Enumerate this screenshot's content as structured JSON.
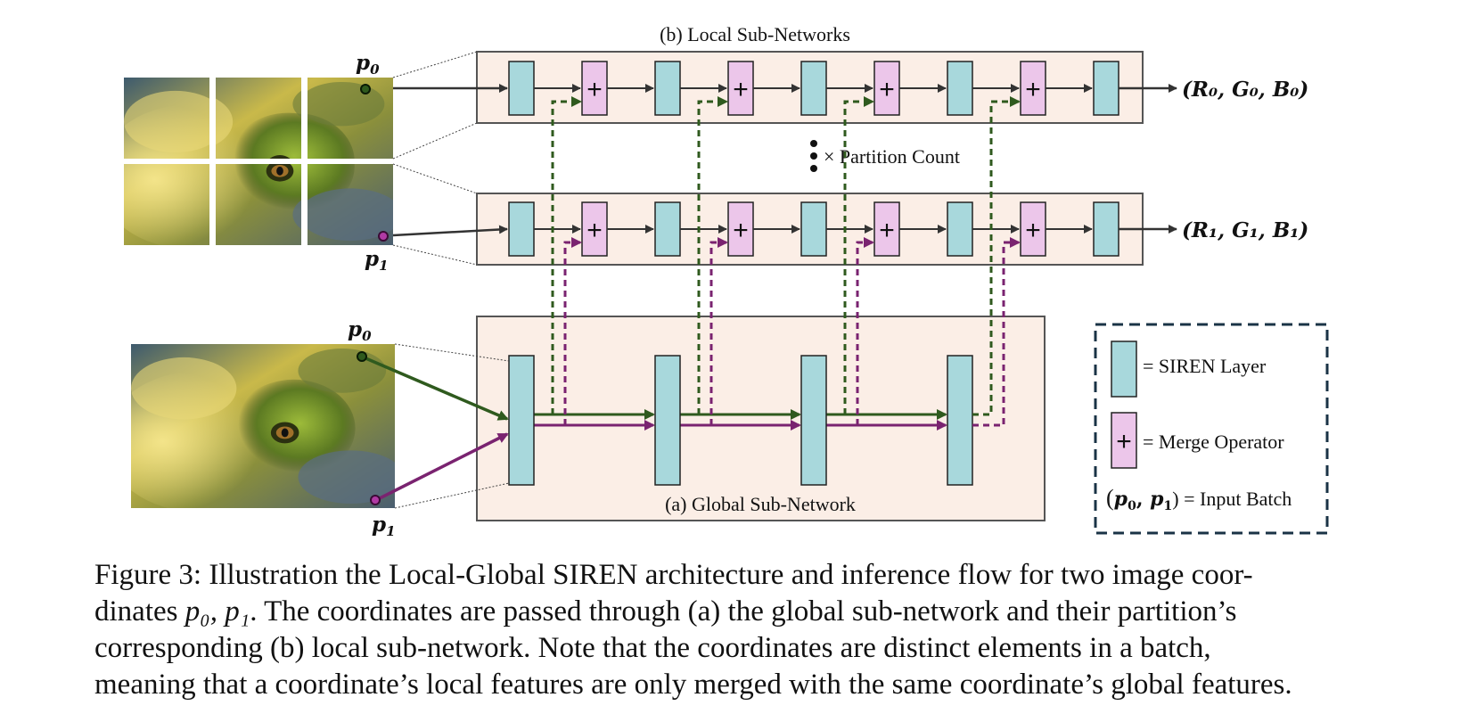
{
  "figure": {
    "local_title": "(b) Local Sub-Networks",
    "global_title": "(a) Global Sub-Network",
    "point0": "p",
    "point0_sub": "0",
    "point1": "p",
    "point1_sub": "1",
    "partition_label": "× Partition Count",
    "output0": "(R₀, G₀, B₀)",
    "output1": "(R₁, G₁, B₁)",
    "merge_symbol": "+",
    "colors": {
      "siren_fill": "#a8d8dc",
      "merge_fill": "#ecc6ea",
      "panel_fill": "#fbeee6",
      "p0_path": "#2f5a1e",
      "p1_path": "#7a2370",
      "legend_border": "#1a3346"
    }
  },
  "legend": {
    "siren": "= SIREN Layer",
    "merge": "= Merge Operator",
    "batch_prefix": "(",
    "batch_p0": "p",
    "batch_p0_sub": "0",
    "batch_sep": ", ",
    "batch_p1": "p",
    "batch_p1_sub": "1",
    "batch_suffix": ") = Input Batch"
  },
  "caption": {
    "line1": "Figure 3: Illustration the Local-Global SIREN architecture and inference flow for two image coor-",
    "line2_pre": "dinates ",
    "line2_math": "p₀, p₁",
    "line2_post": ". The coordinates are passed through (a) the global sub-network and their partition’s",
    "line3": "corresponding (b) local sub-network. Note that the coordinates are distinct elements in a batch,",
    "line4": "meaning that a coordinate’s local features are only merged with the same coordinate’s global features."
  }
}
